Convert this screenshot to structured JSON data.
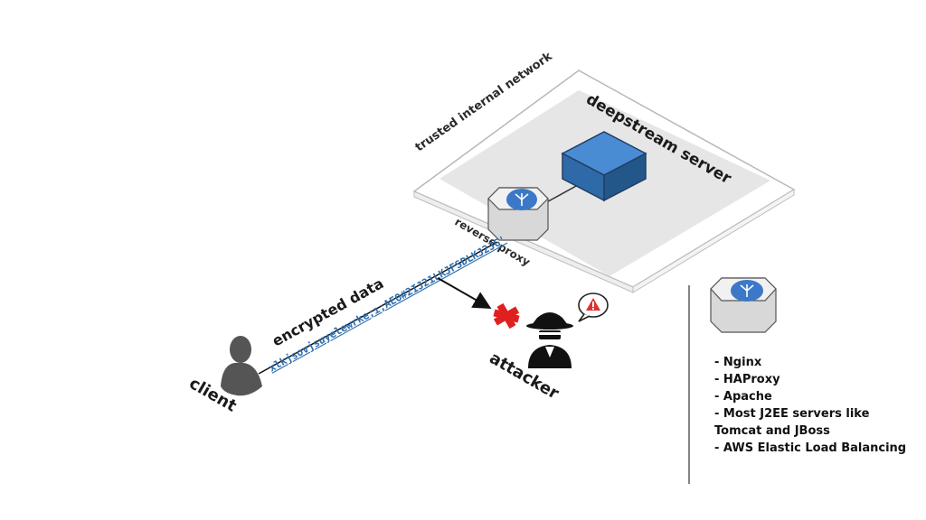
{
  "labels": {
    "trusted_network": "trusted internal network",
    "server": "deepstream server",
    "reverse_proxy": "reverse proxy",
    "encrypted_data": "encrypted data",
    "cipher_text": "xlkjsovjsuyelewrke;ı;AEO#2IJ21LKJFSDLKJ2JG'",
    "client": "client",
    "attacker": "attacker"
  },
  "legend": {
    "items": [
      "- Nginx",
      "- HAProxy",
      "- Apache",
      "- Most J2EE servers like",
      "Tomcat and JBoss",
      "- AWS Elastic Load Balancing"
    ]
  },
  "icons": {
    "proxy_node": "proxy-node-icon",
    "proxy_badge": "share-branch-icon",
    "server_box": "server-cube-icon",
    "client": "person-icon",
    "attacker": "spy-icon",
    "warning": "warning-icon",
    "blocked": "blocked-x-icon"
  },
  "colors": {
    "server_blue": "#3a7cc4",
    "proxy_badge": "#3c78c8",
    "blocked": "#e02020",
    "warning": "#e03030",
    "cipher": "#2f6fb0"
  }
}
